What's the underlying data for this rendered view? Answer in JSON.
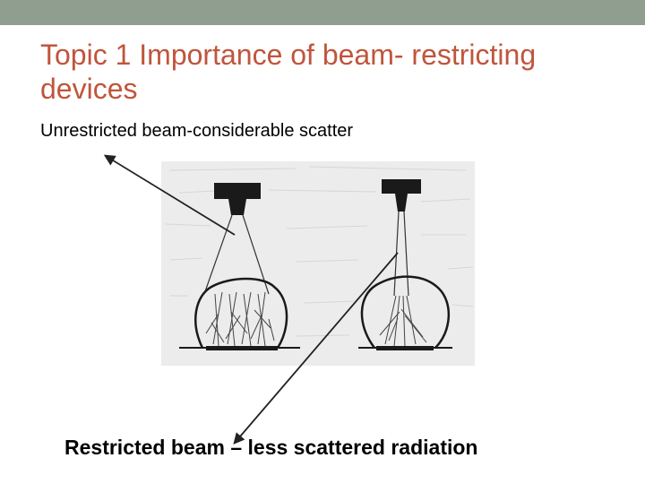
{
  "slide": {
    "title": "Topic 1  Importance of beam- restricting devices",
    "subtitle": "Unrestricted beam-considerable scatter",
    "caption": "Restricted beam – less scattered radiation"
  },
  "colors": {
    "header_bar": "#8f9e8f",
    "title": "#c0553c",
    "diagram_background": "#ececec"
  },
  "diagram": {
    "panels": [
      "unrestricted-beam",
      "restricted-beam"
    ],
    "icons": [
      "x-ray-tube-unrestricted",
      "x-ray-tube-restricted",
      "patient-body-outline",
      "scatter-rays",
      "pointer-arrow"
    ]
  }
}
